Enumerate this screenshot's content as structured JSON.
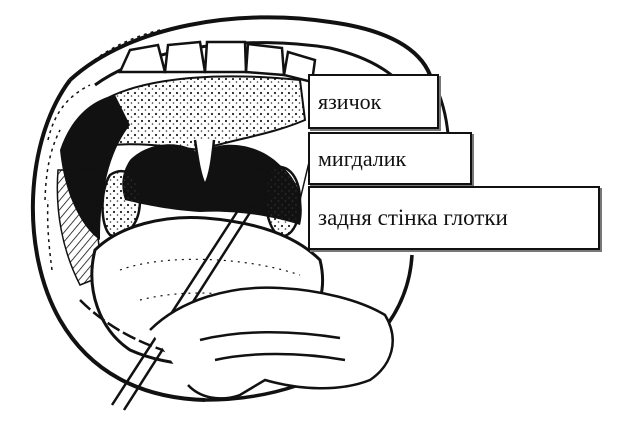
{
  "labels": {
    "uvula": "язичок",
    "tonsil": "мигдалик",
    "pharynx_wall": "задня стінка глотки"
  },
  "colors": {
    "ink": "#111111",
    "background": "#ffffff",
    "label_shadow": "#777777"
  },
  "illustration": {
    "subject": "open-mouth-throat-swab",
    "instrument": "cotton-swab"
  }
}
